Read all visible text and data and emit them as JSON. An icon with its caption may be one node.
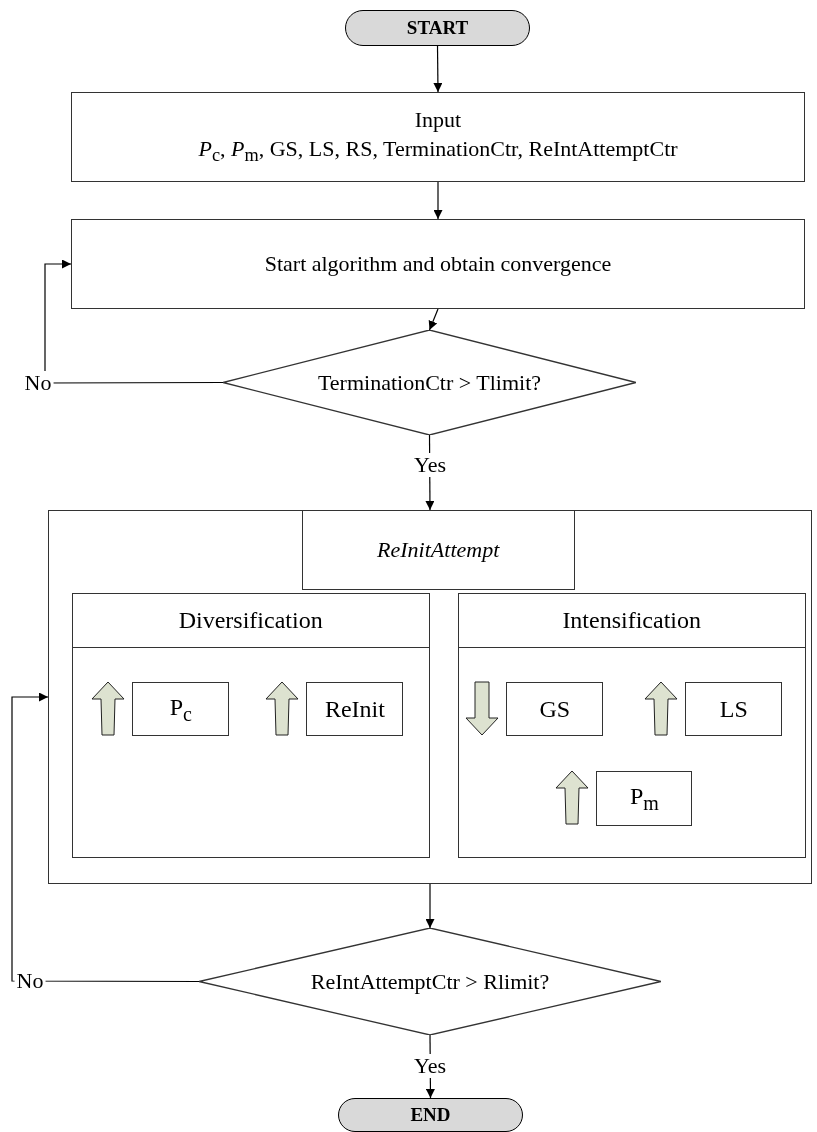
{
  "diagram": {
    "nodes": [
      {
        "text": [
          "START"
        ]
      },
      {
        "text": [
          "Input",
          "*P*$_{c}$, *P*$_{m}$, GS, LS, RS, TerminationCtr, ReIntAttemptCtr"
        ]
      },
      {
        "text": [
          "Start algorithm and obtain convergence"
        ]
      },
      {
        "text": [
          "TerminationCtr > Tlimit?"
        ]
      },
      {
        "text": [
          "ReInitAttempt"
        ]
      },
      {
        "text": [
          "Diversification"
        ],
        "in": 4
      },
      {
        "text": [
          "P$_{c}$"
        ],
        "in": 5
      },
      {
        "text": [
          "ReInit"
        ],
        "in": 5
      },
      {
        "text": [
          "Intensification"
        ],
        "in": 4
      },
      {
        "text": [
          "GS"
        ],
        "in": 8
      },
      {
        "text": [
          "LS"
        ],
        "in": 8
      },
      {
        "text": [
          "P$_{m}$"
        ],
        "in": 8
      },
      {
        "text": [
          "ReIntAttemptCtr > Rlimit?"
        ]
      },
      {
        "text": [
          "END"
        ]
      }
    ],
    "edges": [
      {
        "from": 0,
        "to": 1,
        "arrow": "to"
      },
      {
        "from": 1,
        "to": 2,
        "arrow": "to"
      },
      {
        "from": 2,
        "to": 3,
        "arrow": "to"
      },
      {
        "from": 3,
        "to": 2,
        "arrow": "to",
        "label": "No"
      },
      {
        "from": 3,
        "to": 4,
        "arrow": "to",
        "label": "Yes"
      },
      {
        "from": 4,
        "to": 12,
        "arrow": "to"
      },
      {
        "from": 12,
        "to": 4,
        "arrow": "to",
        "label": "No"
      },
      {
        "from": 12,
        "to": 13,
        "arrow": "to",
        "label": "Yes"
      }
    ]
  }
}
